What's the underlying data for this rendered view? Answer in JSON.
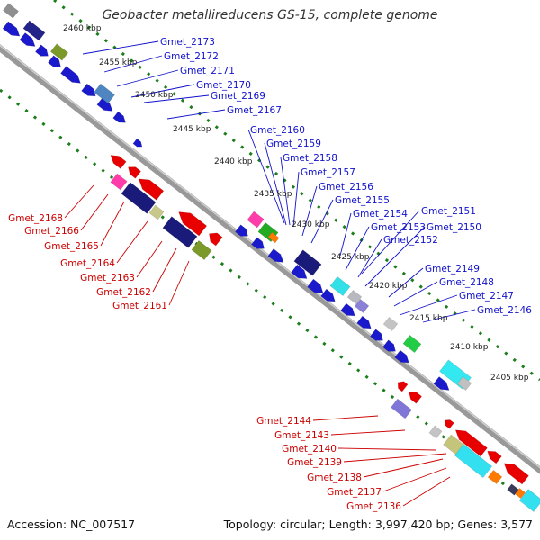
{
  "title": "Geobacter metallireducens GS-15, complete genome",
  "accession": "Accession: NC_007517",
  "topology": "Topology: circular; Length: 3,997,420 bp; Genes: 3,577",
  "colors": {
    "backbone": "#8a8a8a",
    "tick": "#1c7d1c",
    "label_top": "#1111cc",
    "label_bottom": "#cc0000",
    "gene_forward": "#1a1acc",
    "gene_reverse": "#e80000"
  },
  "kbp_ticks": [
    "2460 kbp",
    "2455 kbp",
    "2450 kbp",
    "2445 kbp",
    "2440 kbp",
    "2435 kbp",
    "2430 kbp",
    "2425 kbp",
    "2420 kbp",
    "2415 kbp",
    "2410 kbp",
    "2405 kbp"
  ],
  "upper_labels": [
    "Gmet_2173",
    "Gmet_2172",
    "Gmet_2171",
    "Gmet_2170",
    "Gmet_2169",
    "Gmet_2167",
    "Gmet_2160",
    "Gmet_2159",
    "Gmet_2158",
    "Gmet_2157",
    "Gmet_2156",
    "Gmet_2155",
    "Gmet_2154",
    "Gmet_2153",
    "Gmet_2152",
    "Gmet_2151",
    "Gmet_2150",
    "Gmet_2149",
    "Gmet_2148",
    "Gmet_2147",
    "Gmet_2146"
  ],
  "lower_labels": [
    "Gmet_2168",
    "Gmet_2166",
    "Gmet_2165",
    "Gmet_2164",
    "Gmet_2163",
    "Gmet_2162",
    "Gmet_2161",
    "Gmet_2144",
    "Gmet_2143",
    "Gmet_2140",
    "Gmet_2139",
    "Gmet_2138",
    "Gmet_2137",
    "Gmet_2136"
  ]
}
